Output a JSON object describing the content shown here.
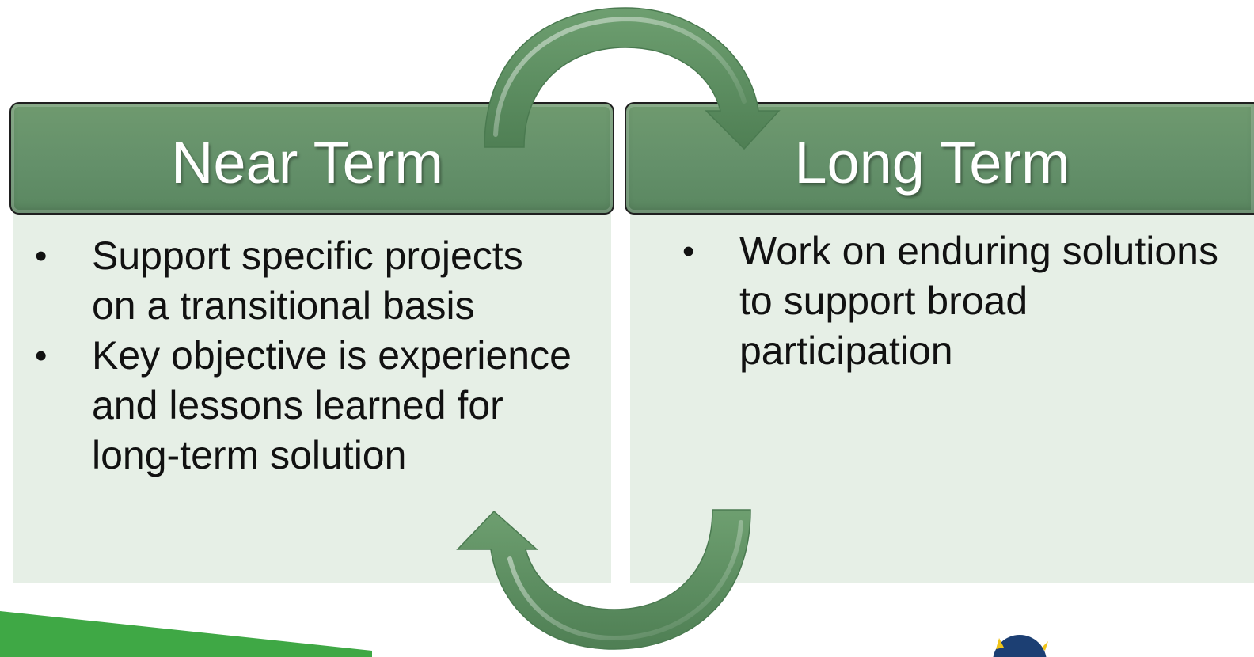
{
  "colors": {
    "header_green": "#64906a",
    "panel_light_green": "#e6efe6",
    "arrow_green": "#5e8f62",
    "band_green": "#3fa845",
    "text": "#111111",
    "header_text": "#ffffff"
  },
  "near_term": {
    "title": "Near Term",
    "bullets": [
      {
        "text": "Support specific projects on a transitional basis"
      },
      {
        "text": "Key objective is experience and lessons learned for long-term solution"
      }
    ]
  },
  "long_term": {
    "title": "Long Term",
    "bullets": [
      {
        "text": "Work on enduring solutions to support broad participation"
      }
    ]
  },
  "bullet_glyph": "•",
  "icons": {
    "top_arrow": "curved-arrow-right-icon",
    "bottom_arrow": "curved-arrow-left-icon",
    "logo": "globe-logo-icon"
  }
}
